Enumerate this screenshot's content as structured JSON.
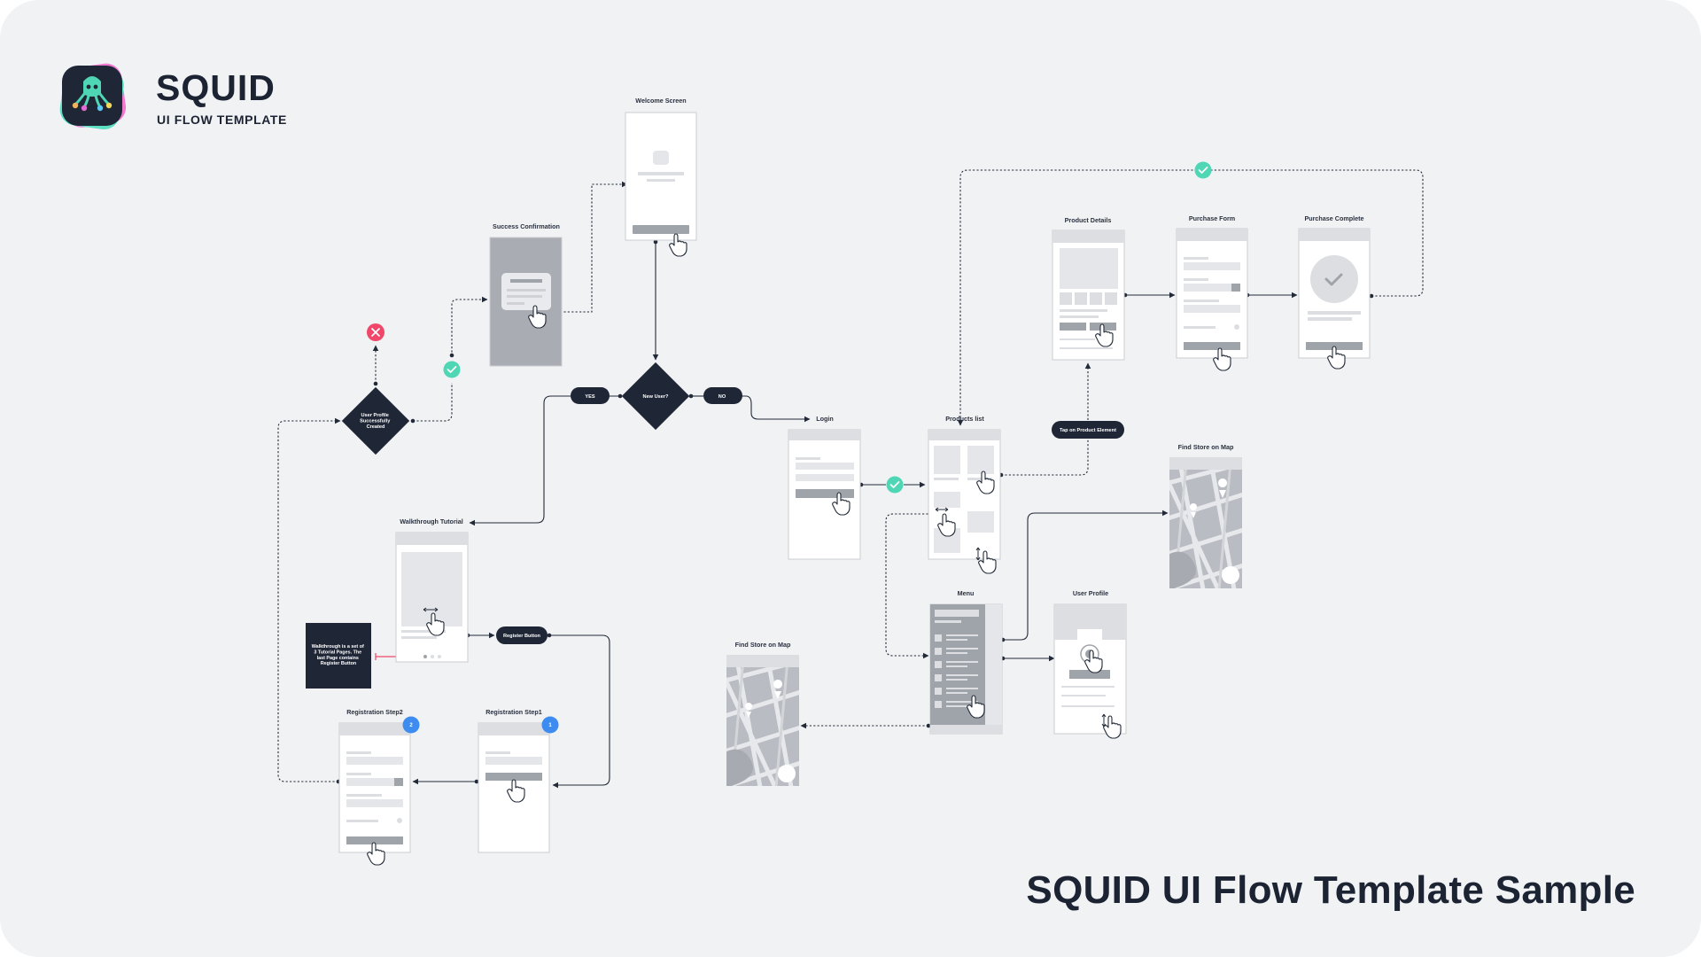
{
  "brand": {
    "name": "SQUID",
    "tagline": "UI FLOW TEMPLATE",
    "logo_icon": "squid-logo-icon"
  },
  "footer_title": "SQUID UI Flow Template Sample",
  "colors": {
    "background": "#f1f2f4",
    "dark_node": "#1f2636",
    "success": "#4fd6b4",
    "error": "#f0476a",
    "badge": "#3f8cf0",
    "wireframe": "#dcdee2",
    "note_connector": "#f0476a"
  },
  "screens": {
    "welcome": "Welcome Screen",
    "success_confirmation": "Success Confirmation",
    "product_details": "Product Details",
    "purchase_form": "Purchase Form",
    "purchase_complete": "Purchase Complete",
    "login": "Login",
    "products_list": "Products list",
    "find_store_map_right": "Find Store on Map",
    "walkthrough": "Walkthrough Tutorial",
    "menu": "Menu",
    "user_profile": "User Profile",
    "find_store_map_left": "Find Store on Map",
    "registration_step2": "Registration Step2",
    "registration_step1": "Registration Step1"
  },
  "decisions": {
    "user_profile_created": "User Profile Successfully Created",
    "new_user": "New User?"
  },
  "pills": {
    "yes": "YES",
    "no": "NO",
    "register_button": "Register Button",
    "tap_product": "Tap on Product Element"
  },
  "note": {
    "text": "Walkthrough is a set of 3 Tutorial Pages. The last Page contains Register Button"
  },
  "badges": {
    "registration_step2": "2",
    "registration_step1": "1"
  },
  "icons": [
    "check-circle-icon",
    "error-x-icon",
    "tap-gesture-icon",
    "swipe-horizontal-icon",
    "scroll-vertical-icon",
    "map-pin-icon",
    "checkmark-icon"
  ]
}
